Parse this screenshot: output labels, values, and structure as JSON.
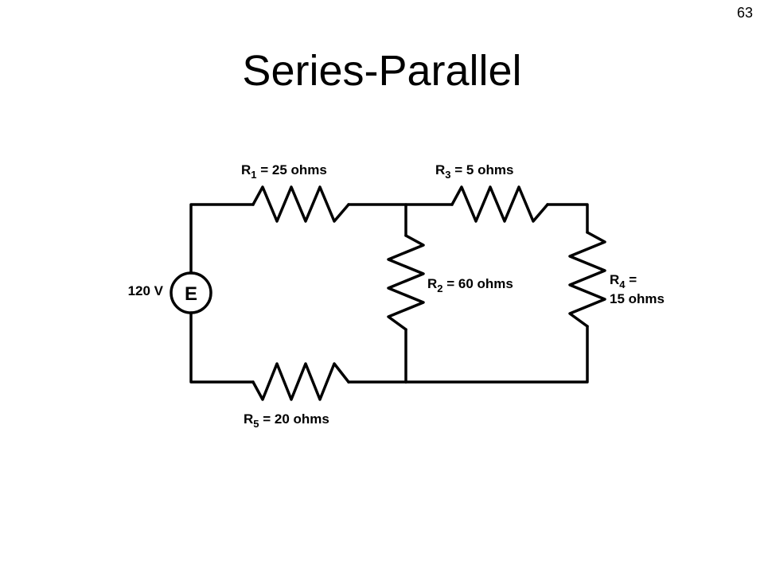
{
  "slide": {
    "page_number": "63",
    "title": "Series-Parallel"
  },
  "circuit": {
    "source": {
      "symbol": "E",
      "voltage": "120 V"
    },
    "resistors": [
      {
        "id": "R1",
        "letter": "R",
        "sub": "1",
        "value": " = 25 ohms"
      },
      {
        "id": "R2",
        "letter": "R",
        "sub": "2",
        "value": " = 60 ohms"
      },
      {
        "id": "R3",
        "letter": "R",
        "sub": "3",
        "value": " = 5 ohms"
      },
      {
        "id": "R4",
        "letter": "R",
        "sub": "4",
        "value": " =",
        "value_line2": "15 ohms"
      },
      {
        "id": "R5",
        "letter": "R",
        "sub": "5",
        "value": " = 20 ohms"
      }
    ]
  }
}
